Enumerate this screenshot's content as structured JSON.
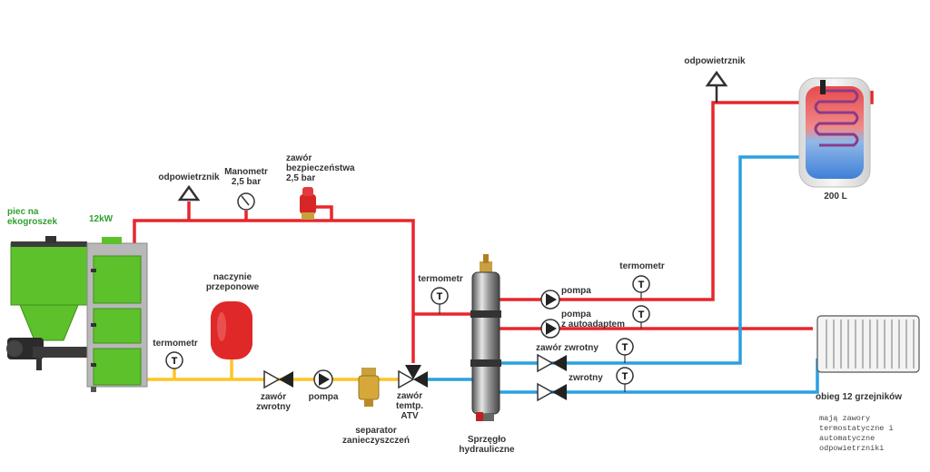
{
  "colors": {
    "hot": "#e8262b",
    "cold": "#2aa0e0",
    "return": "#ffc424",
    "boiler_green": "#5cc12b",
    "boiler_grey": "#b8b8b8",
    "tank_red": "#e84a4a",
    "text": "#333333",
    "label_green": "#2fa12f"
  },
  "labels": {
    "boiler": "piec na\nekogroszek",
    "boiler_power": "12kW",
    "vent_left": "odpowietrznik",
    "vent_right": "odpowietrznik",
    "manometer": "Manometr\n2,5 bar",
    "safety_valve": "zawór\nbezpieczeństwa\n2,5 bar",
    "expansion_vessel": "naczynie\nprzeponowe",
    "thermometer_return": "termometr",
    "check_valve_left": "zawór\nzwrotny",
    "pump_left": "pompa",
    "separator": "separator\nzanieczyszczeń",
    "atv_valve": "zawór\ntemtp.\nATV",
    "thermometer_mid": "termometr",
    "hydraulic_coupling": "Sprzęgło\nhydrauliczne",
    "pump_top": "pompa",
    "pump_auto": "pompa\nz autoadaptem",
    "thermometer_top": "termometr",
    "check_valve_1": "zawór zwrotny",
    "check_valve_2": "zwrotny",
    "tank_volume": "200 L",
    "radiators": "obieg 12 grzejników",
    "radiators_note": "mają zawory\ntermostatyczne i\nautomatyczne\nodpowietrzniki"
  },
  "icons": [
    "thermometer-icon",
    "vent-icon",
    "manometer-icon",
    "safety-valve-icon",
    "pump-icon",
    "check-valve-icon",
    "three-way-valve-icon",
    "radiator-icon",
    "hot-water-tank-icon",
    "boiler-icon"
  ]
}
